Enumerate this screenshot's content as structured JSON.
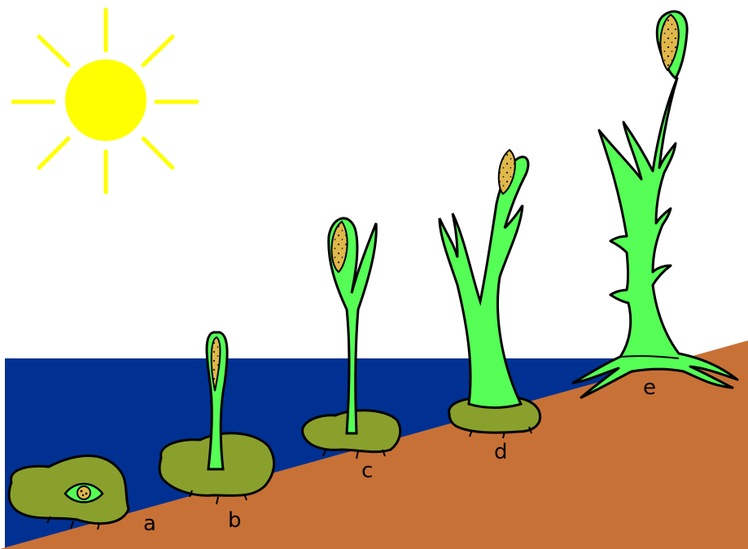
{
  "colors": {
    "sky": "#ffffff",
    "water": "#003192",
    "soil": "#c87137",
    "sun": "#ffff00",
    "thallus": "#8aa02c",
    "sporophyte": "#55ff55",
    "spores": "#e0b84a",
    "outline": "#000000"
  },
  "icons": {
    "sun": "sun-icon"
  },
  "stages": [
    {
      "label": "a"
    },
    {
      "label": "b"
    },
    {
      "label": "c"
    },
    {
      "label": "d"
    },
    {
      "label": "e"
    }
  ]
}
